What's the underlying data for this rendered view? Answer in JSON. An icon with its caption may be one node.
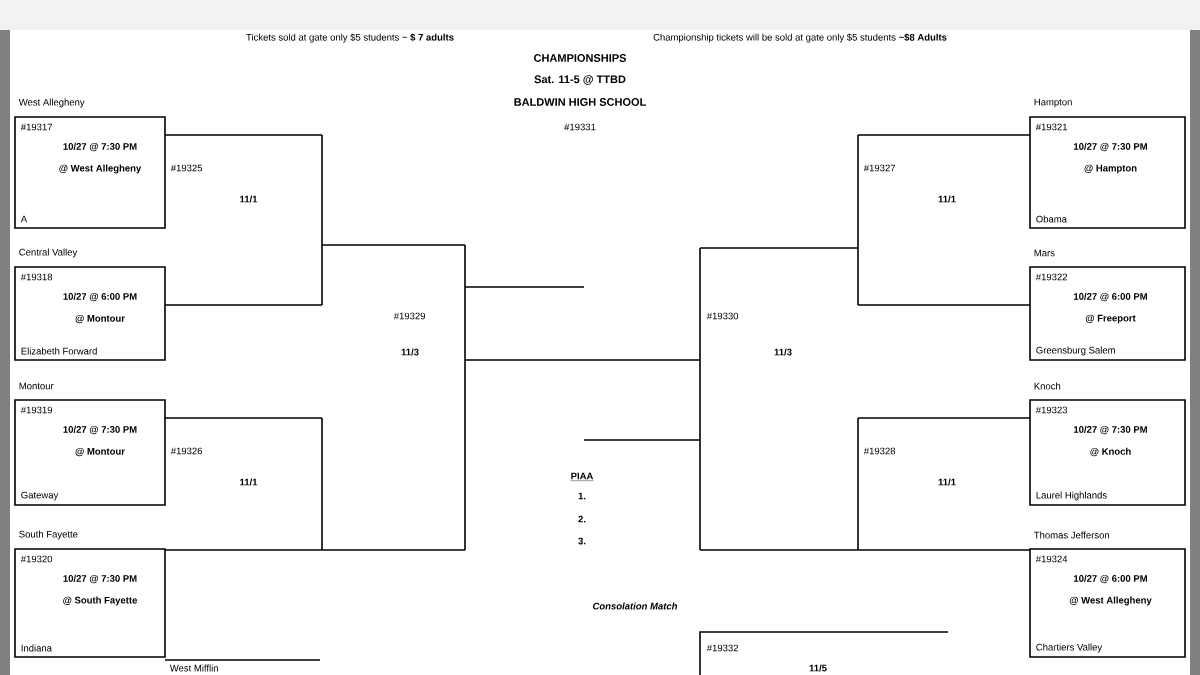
{
  "diagram": {
    "title": "CHAMPIONSHIPS",
    "nodes": [
      {
        "text": [
          "West Allegheny",
          "#19317",
          "10/27 @ 7:30 PM",
          "@ West Allegheny",
          "A"
        ]
      },
      {
        "text": [
          "Central Valley",
          "#19318",
          "10/27 @ 6:00 PM",
          "@ Montour",
          "Elizabeth Forward"
        ]
      },
      {
        "text": [
          "Montour",
          "#19319",
          "10/27 @ 7:30 PM",
          "@ Montour",
          "Gateway"
        ]
      },
      {
        "text": [
          "South Fayette",
          "#19320",
          "10/27 @ 7:30 PM",
          "@ South Fayette",
          "Indiana"
        ]
      },
      {
        "text": [
          "#19325",
          "11/1"
        ]
      },
      {
        "text": [
          "#19326",
          "11/1"
        ]
      },
      {
        "text": [
          "#19329",
          "11/3"
        ]
      },
      {
        "text": [
          "#19330",
          "11/3"
        ]
      },
      {
        "text": [
          "#19327",
          "11/1"
        ]
      },
      {
        "text": [
          "#19328",
          "11/1"
        ]
      },
      {
        "text": [
          "Hampton",
          "#19321",
          "10/27 @ 7:30 PM",
          "@ Hampton",
          "Obama"
        ]
      },
      {
        "text": [
          "Mars",
          "#19322",
          "10/27 @ 6:00 PM",
          "@ Freeport",
          "Greensburg Salem"
        ]
      },
      {
        "text": [
          "Knoch",
          "#19323",
          "10/27 @ 7:30 PM",
          "@ Knoch",
          "Laurel Highlands"
        ]
      },
      {
        "text": [
          "Thomas Jefferson",
          "#19324",
          "10/27 @ 6:00 PM",
          "@ West Allegheny",
          "Chartiers Valley"
        ]
      },
      {
        "text": [
          "#19332",
          "11/5"
        ]
      }
    ],
    "edges": [
      {
        "from": 0,
        "to": 4,
        "arrow": "none"
      },
      {
        "from": 1,
        "to": 4,
        "arrow": "none"
      },
      {
        "from": 2,
        "to": 5,
        "arrow": "none"
      },
      {
        "from": 3,
        "to": 5,
        "arrow": "none"
      },
      {
        "from": 4,
        "to": 6,
        "arrow": "none"
      },
      {
        "from": 5,
        "to": 6,
        "arrow": "none"
      },
      {
        "from": 10,
        "to": 8,
        "arrow": "none"
      },
      {
        "from": 11,
        "to": 8,
        "arrow": "none"
      },
      {
        "from": 12,
        "to": 9,
        "arrow": "none"
      },
      {
        "from": 13,
        "to": 9,
        "arrow": "none"
      },
      {
        "from": 8,
        "to": 7,
        "arrow": "none"
      },
      {
        "from": 9,
        "to": 7,
        "arrow": "none"
      },
      {
        "from": 6,
        "to": 7,
        "arrow": "none"
      }
    ],
    "labels": [
      "Tickets sold at gate only $5 students ~ **$ 7 adults**",
      "Championship tickets will be sold at gate only $5 students **~$8 Adults**",
      "Sat. 11-5 @ TTBD",
      "BALDWIN HIGH SCHOOL",
      "#19331",
      "PIAA",
      "1.",
      "2.",
      "3.",
      "Consolation Match",
      "West Mifflin"
    ]
  }
}
